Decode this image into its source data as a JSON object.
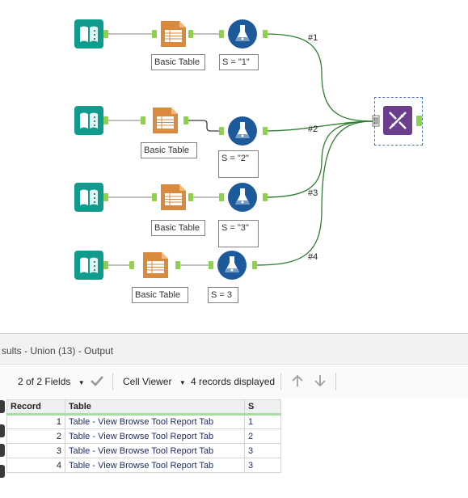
{
  "workflow": {
    "wire_labels": [
      "#1",
      "#2",
      "#3",
      "#4"
    ],
    "annotations": {
      "basic_table": "Basic Table",
      "formulas": [
        "S = \"1\"",
        "S = \"2\"",
        "S = \"3\"",
        "S = 3"
      ]
    },
    "colors": {
      "input_tool": "#0f9b8e",
      "table_tool": "#d98a3c",
      "formula_tool": "#1d5a9c",
      "union_tool": "#6b3f8e",
      "wire": "#2e7d32",
      "anchor": "#8fd14f"
    },
    "icons": {
      "input": "book-icon",
      "table": "table-icon",
      "formula": "flask-icon",
      "union": "dna-icon"
    }
  },
  "results": {
    "title": "sults - Union (13) - Output",
    "fields_label": "2 of 2 Fields",
    "cell_viewer_label": "Cell Viewer",
    "records_label": "4 records displayed",
    "columns": [
      "Record",
      "Table",
      "S"
    ],
    "rows": [
      {
        "record": "1",
        "table": "Table - View Browse Tool Report Tab",
        "s": "1"
      },
      {
        "record": "2",
        "table": "Table - View Browse Tool Report Tab",
        "s": "2"
      },
      {
        "record": "3",
        "table": "Table - View Browse Tool Report Tab",
        "s": "3"
      },
      {
        "record": "4",
        "table": "Table - View Browse Tool Report Tab",
        "s": "3"
      }
    ]
  }
}
